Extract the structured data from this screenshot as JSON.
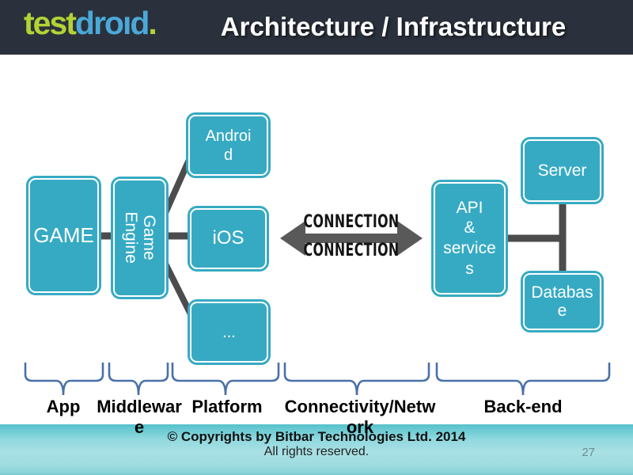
{
  "header": {
    "logo": {
      "part_test": "test",
      "part_droid": "droıd",
      "part_dot": "."
    },
    "title": "Architecture / Infrastructure"
  },
  "diagram": {
    "nodes": {
      "game": "GAME",
      "game_engine": "Game\nEngine",
      "android": "Androi\nd",
      "ios": "iOS",
      "more": "...",
      "api": "API\n&\nservice\ns",
      "server": "Server",
      "database": "Databas\ne"
    },
    "connection": {
      "top": "CONNECTION",
      "bottom": "CONNECTION"
    },
    "groups": [
      {
        "label": "App"
      },
      {
        "label": "Middlewar\ne"
      },
      {
        "label": "Platform"
      },
      {
        "label": "Connectivity/Netw\nork"
      },
      {
        "label": "Back-end"
      }
    ],
    "colors": {
      "node_fill": "#37aac3",
      "node_border": "#ffffff",
      "connector_gray": "#4c4c4c",
      "arrow_gray": "#595959",
      "brace_blue": "#4a71a8"
    }
  },
  "footer": {
    "copyright_line1": "© Copyrights by Bitbar Technologies Ltd. 2014",
    "copyright_line2": "All rights reserved.",
    "page_number": "27"
  },
  "colors": {
    "header_bg": "#2b313c",
    "logo_green": "#b3d335",
    "logo_blue": "#4aa9d8",
    "footer_top": "#55c1cb",
    "footer_mid": "#a9e0e4"
  }
}
